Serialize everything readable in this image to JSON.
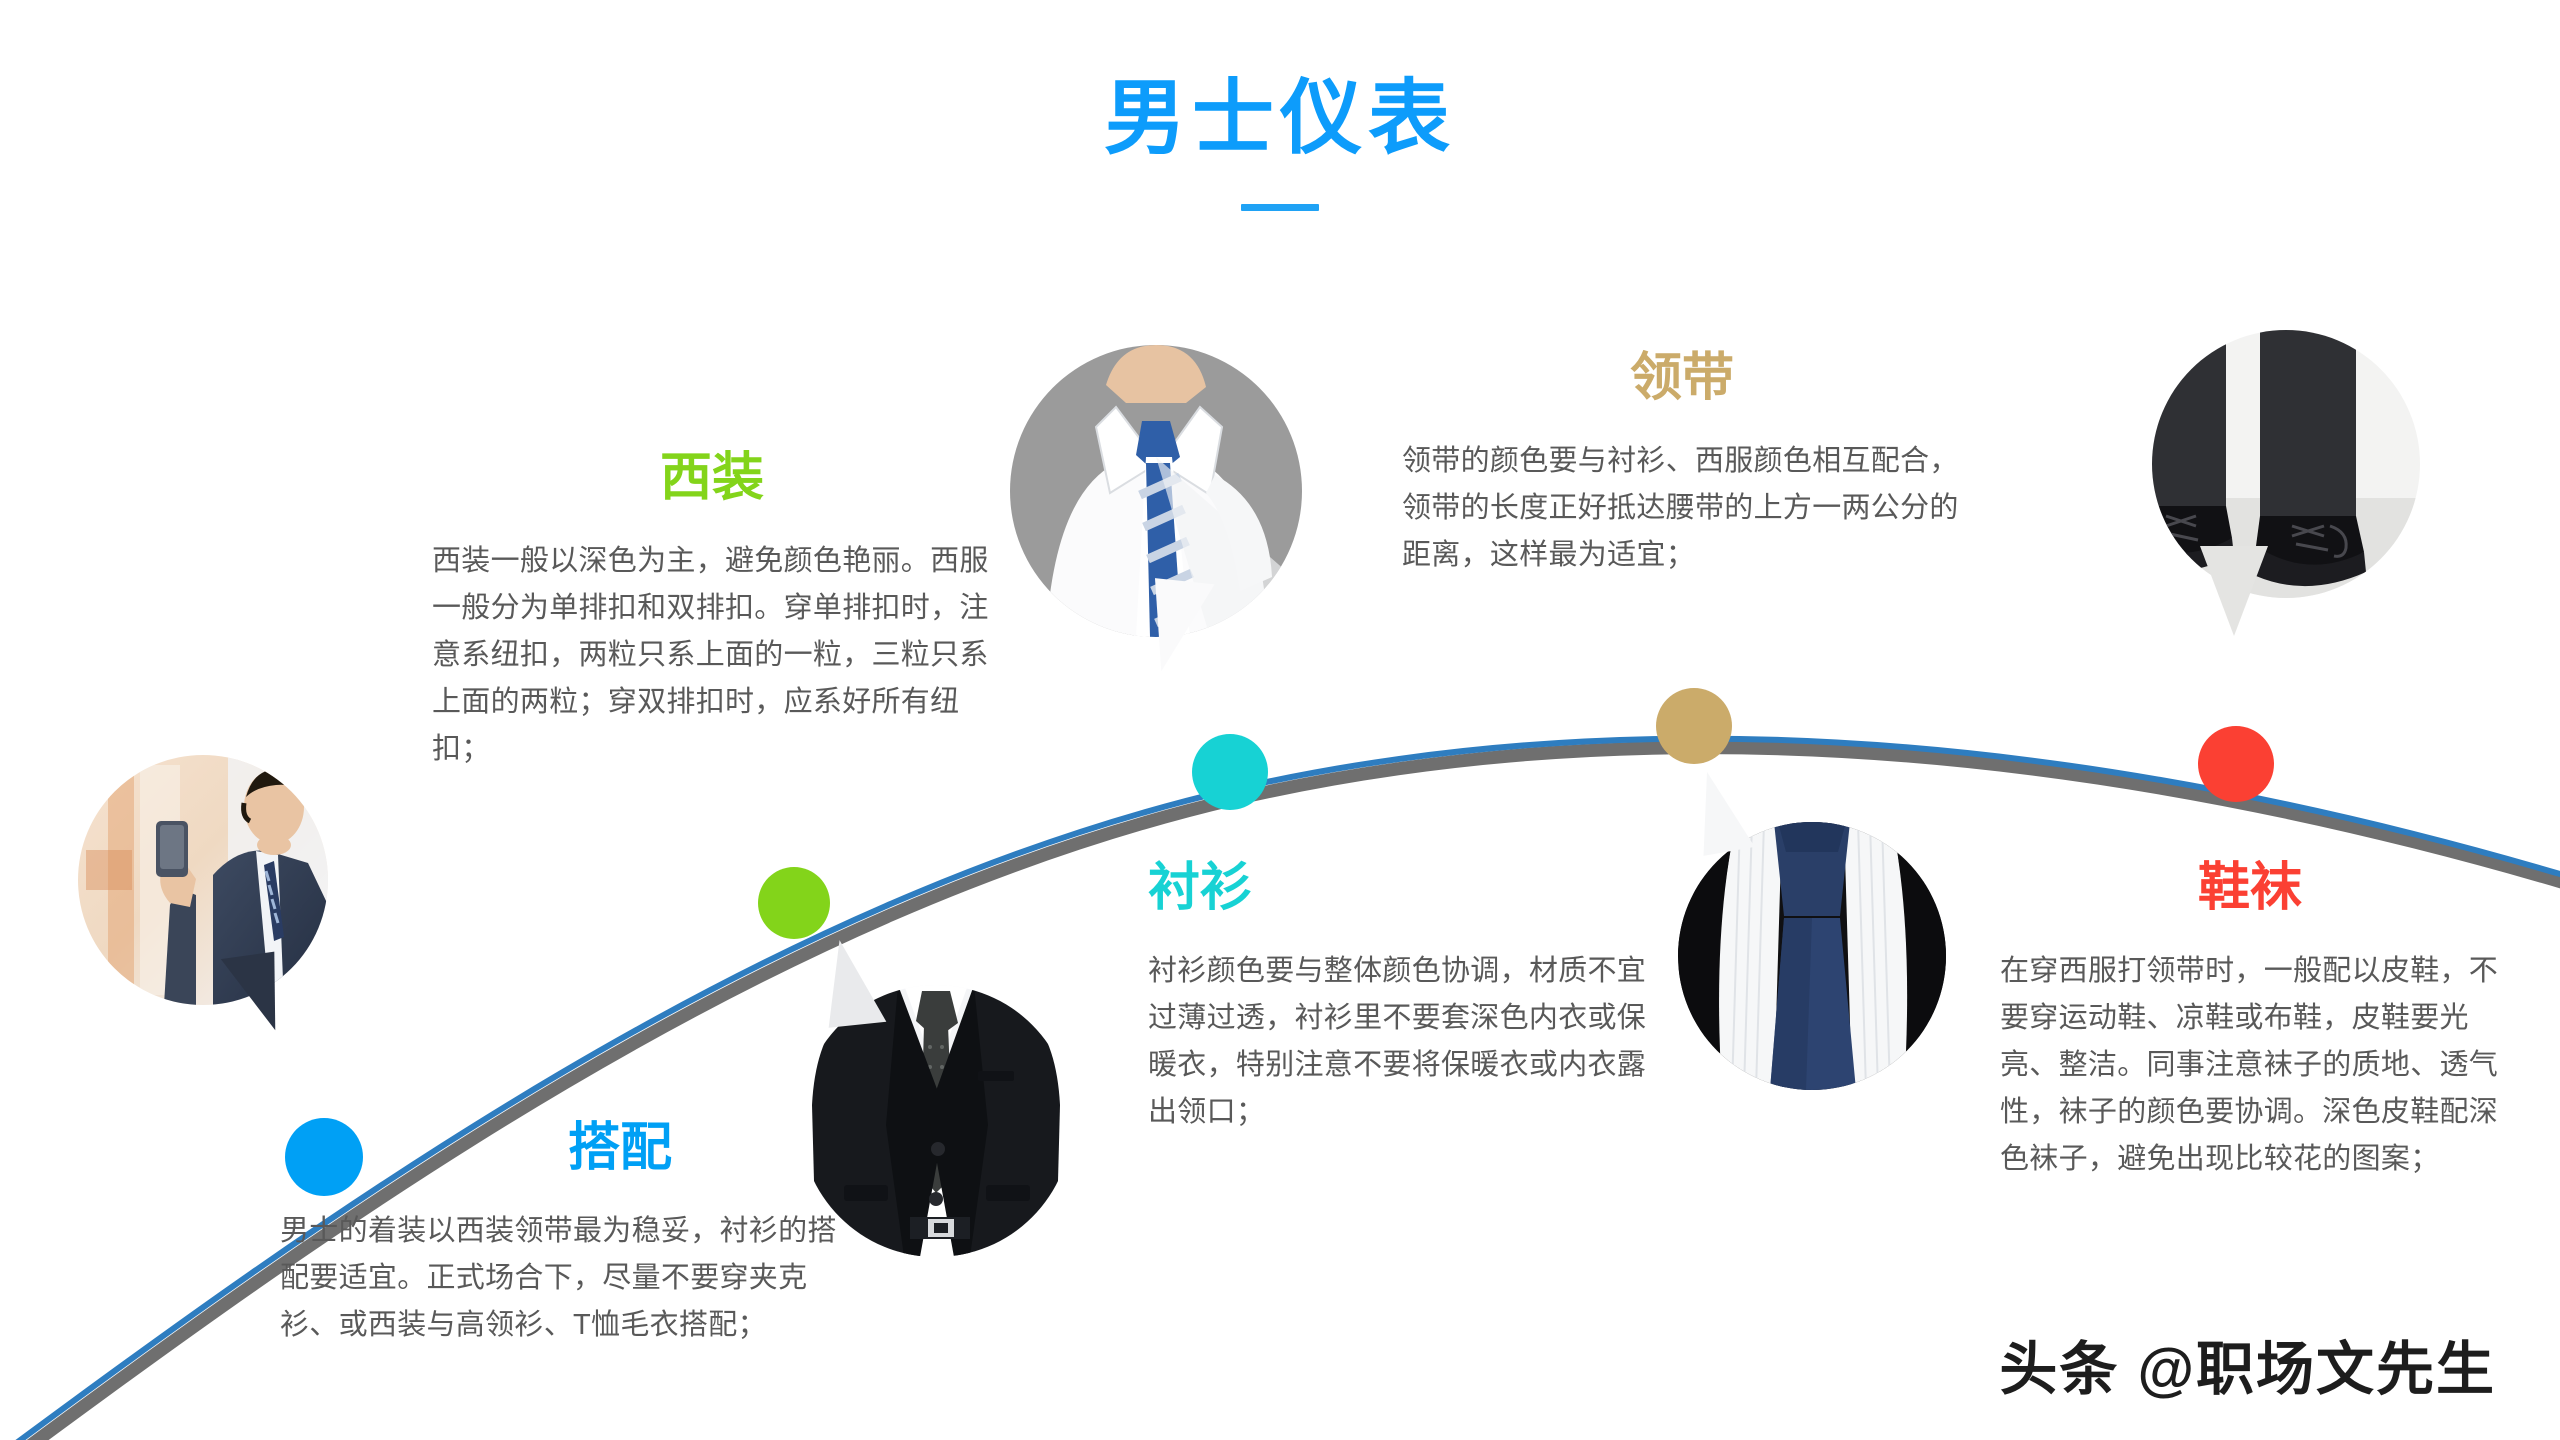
{
  "header": {
    "title": "男士仪表",
    "title_color": "#0d9cfb",
    "rule_color": "#1fa2f5"
  },
  "timeline": {
    "line_color": "#2e7dc0",
    "shadow_color": "#6f6f6f",
    "markers": [
      {
        "name": "matching",
        "color": "#00a0f5"
      },
      {
        "name": "suit",
        "color": "#83d41a"
      },
      {
        "name": "shirt",
        "color": "#17d2d4"
      },
      {
        "name": "tie",
        "color": "#cbab6a"
      },
      {
        "name": "shoes",
        "color": "#fb4033"
      }
    ]
  },
  "sections": [
    {
      "id": "suit",
      "heading": "西装",
      "color": "#83d41a",
      "body": "西装一般以深色为主，避免颜色艳丽。西服一般分为单排扣和双排扣。穿单排扣时，注意系纽扣，两粒只系上面的一粒，三粒只系上面的两粒；穿双排扣时，应系好所有纽扣；"
    },
    {
      "id": "tie",
      "heading": "领带",
      "color": "#cbab6a",
      "body": "领带的颜色要与衬衫、西服颜色相互配合，领带的长度正好抵达腰带的上方一两公分的距离，这样最为适宜；"
    },
    {
      "id": "shirt",
      "heading": "衬衫",
      "color": "#17d2d4",
      "body": "衬衫颜色要与整体颜色协调，材质不宜过薄过透，衬衫里不要套深色内衣或保暖衣，特别注意不要将保暖衣或内衣露出领口；"
    },
    {
      "id": "shoes",
      "heading": "鞋袜",
      "color": "#fb4033",
      "body": "在穿西服打领带时，一般配以皮鞋，不要穿运动鞋、凉鞋或布鞋，皮鞋要光亮、整洁。同事注意袜子的质地、透气性，袜子的颜色要协调。深色皮鞋配深色袜子，避免出现比较花的图案；"
    },
    {
      "id": "matching",
      "heading": "搭配",
      "color": "#00a0f5",
      "body": "男士的着装以西装领带最为稳妥，衬衫的搭配要适宜。正式场合下，尽量不要穿夹克衫、或西装与高领衫、T恤毛衣搭配；"
    }
  ],
  "photos": [
    {
      "id": "shirt-tie-photo",
      "alt": "白衬衫蓝条纹领带"
    },
    {
      "id": "shoes-photo",
      "alt": "黑色皮鞋深色西裤"
    },
    {
      "id": "businessman-photo",
      "alt": "商务男士手持手机"
    },
    {
      "id": "black-suit-photo",
      "alt": "黑色西装白衬衫"
    },
    {
      "id": "navy-tie-photo",
      "alt": "深蓝色领带"
    }
  ],
  "watermark": {
    "text": "头条 @职场文先生"
  }
}
